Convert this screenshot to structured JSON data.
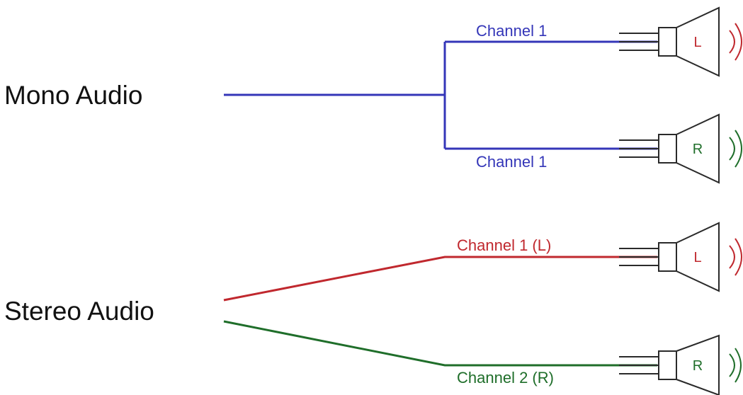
{
  "mono": {
    "label": "Mono Audio",
    "top_channel": "Channel 1",
    "bottom_channel": "Channel 1",
    "line_color": "#3436b8"
  },
  "stereo": {
    "label": "Stereo Audio",
    "left_channel": "Channel 1 (L)",
    "right_channel": "Channel 2 (R)",
    "left_color": "#c0282e",
    "right_color": "#1f6e2a"
  },
  "speakers": {
    "mono_left": "L",
    "mono_right": "R",
    "stereo_left": "L",
    "stereo_right": "R",
    "left_letter_color": "#c0282e",
    "right_letter_color": "#1f6e2a",
    "icon": "speaker-icon"
  }
}
